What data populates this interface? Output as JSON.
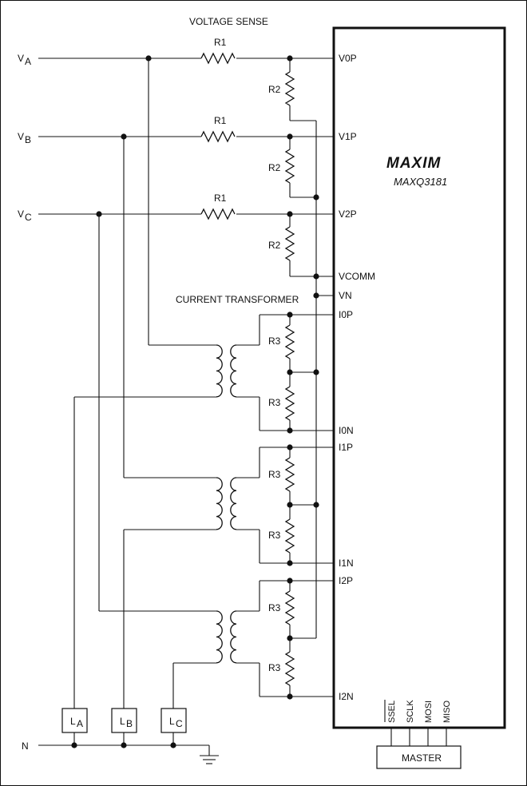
{
  "labels": {
    "voltage_sense": "VOLTAGE SENSE",
    "current_transformer": "CURRENT TRANSFORMER",
    "va_main": "V",
    "va_sub": "A",
    "vb_main": "V",
    "vb_sub": "B",
    "vc_main": "V",
    "vc_sub": "C",
    "neutral": "N",
    "r1": "R1",
    "r2": "R2",
    "r3": "R3",
    "la_main": "L",
    "la_sub": "A",
    "lb_main": "L",
    "lb_sub": "B",
    "lc_main": "L",
    "lc_sub": "C",
    "master": "MASTER"
  },
  "chip": {
    "logo": "MAXIM",
    "part_number": "MAXQ3181",
    "pins": {
      "v0p": "V0P",
      "v1p": "V1P",
      "v2p": "V2P",
      "vcomm": "VCOMM",
      "vn": "VN",
      "i0p": "I0P",
      "i0n": "I0N",
      "i1p": "I1P",
      "i1n": "I1N",
      "i2p": "I2P",
      "i2n": "I2N",
      "ssel": "SSEL",
      "sclk": "SCLK",
      "mosi": "MOSI",
      "miso": "MISO"
    }
  }
}
